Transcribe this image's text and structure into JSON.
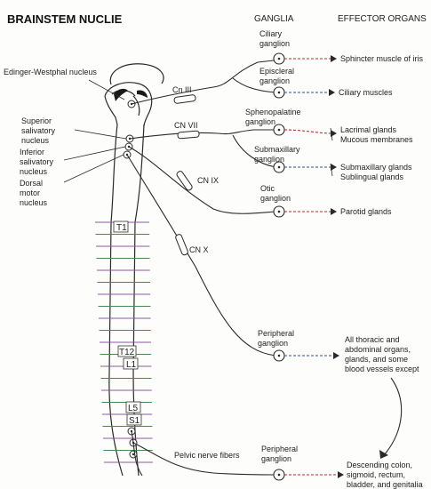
{
  "headers": {
    "title": "BRAINSTEM NUCLIE",
    "ganglia": "GANGLIA",
    "effectors": "EFFECTOR ORGANS"
  },
  "nuclei": {
    "edinger": "Edinger-Westphal nucleus",
    "sup_sal_1": "Superior",
    "sup_sal_2": "salivatory",
    "sup_sal_3": "nucleus",
    "inf_sal_1": "Inferior",
    "inf_sal_2": "salivatory",
    "inf_sal_3": "nucleus",
    "dorsal_1": "Dorsal",
    "dorsal_2": "motor",
    "dorsal_3": "nucleus"
  },
  "nerves": {
    "cn3": "Cn III",
    "cn7": "CN VII",
    "cn9": "CN IX",
    "cn10": "CN X",
    "pelvic": "Pelvic nerve fibers"
  },
  "ganglia": {
    "ciliary_1": "Ciliary",
    "ciliary_2": "ganglion",
    "episcleral_1": "Episcleral",
    "episcleral_2": "ganglion",
    "spheno_1": "Sphenopalatine",
    "spheno_2": "ganglion",
    "submax_1": "Submaxillary",
    "submax_2": "ganglion",
    "otic_1": "Otic",
    "otic_2": "ganglion",
    "periph1_1": "Peripheral",
    "periph1_2": "ganglion",
    "periph2_1": "Peripheral",
    "periph2_2": "ganglion"
  },
  "effectors": {
    "sphincter": "Sphincter muscle of iris",
    "ciliary_muscles": "Ciliary muscles",
    "lacrimal_1": "Lacrimal glands",
    "lacrimal_2": "Mucous membranes",
    "submax_1": "Submaxillary glands",
    "submax_2": "Sublingual glands",
    "parotid": "Parotid glands",
    "thoracic_1": "All thoracic and",
    "thoracic_2": "abdominal organs,",
    "thoracic_3": "glands, and some",
    "thoracic_4": "blood vessels except",
    "pelvic_1": "Descending colon,",
    "pelvic_2": "sigmoid, rectum,",
    "pelvic_3": "bladder, and genitalia"
  },
  "spinal_levels": {
    "t1": "T1",
    "t12": "T12",
    "l1": "L1",
    "l5": "L5",
    "s1": "S1"
  },
  "colors": {
    "line": "#2a2a2a",
    "dash_red": "#b03030",
    "dash_blue": "#3050a0",
    "stripe_violet": "#8a5aa0",
    "stripe_green": "#4a8a50"
  }
}
